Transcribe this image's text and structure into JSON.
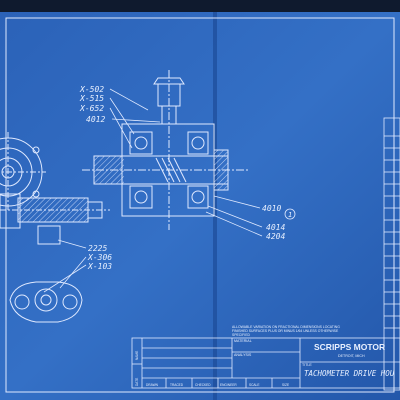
{
  "colors": {
    "paper": "#2a5fb4",
    "paper_light": "#3b73c8",
    "paper_dark": "#1c4a96",
    "ink": "#dfe9ff"
  },
  "callouts_upper": [
    "X-502",
    "X-515",
    "X-652",
    "4012"
  ],
  "callouts_right": [
    "4010",
    "4014",
    "4204"
  ],
  "callouts_lower": [
    "2225",
    "X-306",
    "X-103"
  ],
  "circle_marker": "1",
  "tolerance_note": [
    "ALLOWABLE VARIATION ON FRACTIONAL DIMENSIONS LOCATING",
    "FINISHED SURFACES PLUS OR MINUS 1/64 UNLESS OTHERWISE",
    "SPECIFIED"
  ],
  "title_block": {
    "material_label": "MATERIAL",
    "analysis_label": "ANALYSIS",
    "title_label": "TITLE",
    "company": "SCRIPPS MOTOR",
    "city": "DETROIT, MICH",
    "drawing_title": "TACHOMETER DRIVE HOU",
    "side_labels": [
      "DATE",
      "NAME"
    ],
    "row_labels": [
      "DRAWN",
      "TRACED",
      "CHECKED",
      "ENGINEER",
      "SCALE",
      "SIZE"
    ]
  }
}
